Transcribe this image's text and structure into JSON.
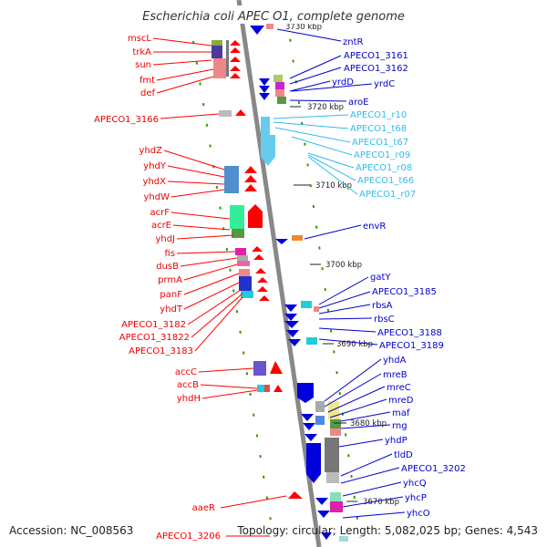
{
  "title": "Escherichia coli APEC O1, complete genome",
  "footer": {
    "accession": "Accession: NC_008563",
    "stats": "Topology: circular; Length: 5,082,025 bp; Genes: 4,543"
  },
  "colors": {
    "left_strand": "#ff0000",
    "right_strand": "#0000cc",
    "rna": "#33bbee",
    "backbone": "#888888",
    "guide_dots": "#339900"
  },
  "ticks": [
    "3730 kbp",
    "3720 kbp",
    "3710 kbp",
    "3700 kbp",
    "3690 kbp",
    "3680 kbp",
    "3670 kbp"
  ],
  "left_genes": [
    "mscL",
    "trkA",
    "sun",
    "fmt",
    "def",
    "APECO1_3166",
    "yhdZ",
    "yhdY",
    "yhdX",
    "yhdW",
    "acrF",
    "acrE",
    "yhdJ",
    "fis",
    "dusB",
    "prmA",
    "panF",
    "yhdT",
    "APECO1_3182",
    "APECO1_31822",
    "APECO1_3183",
    "accC",
    "accB",
    "yhdH",
    "aaeR",
    "APECO1_3206"
  ],
  "right_genes": [
    "zntR",
    "APECO1_3161",
    "APECO1_3162",
    "yrdD",
    "yrdC",
    "aroE",
    "envR",
    "gatY",
    "APECO1_3185",
    "rbsA",
    "rbsC",
    "APECO1_3188",
    "APECO1_3189",
    "yhdA",
    "mreB",
    "mreC",
    "mreD",
    "maf",
    "rng",
    "yhdP",
    "tldD",
    "APECO1_3202",
    "yhcQ",
    "yhcP",
    "yhcO"
  ],
  "rna_genes": [
    "APECO1_r10",
    "APECO1_t68",
    "APECO1_t67",
    "APECO1_r09",
    "APECO1_r08",
    "APECO1_t66",
    "APECO1_r07"
  ]
}
